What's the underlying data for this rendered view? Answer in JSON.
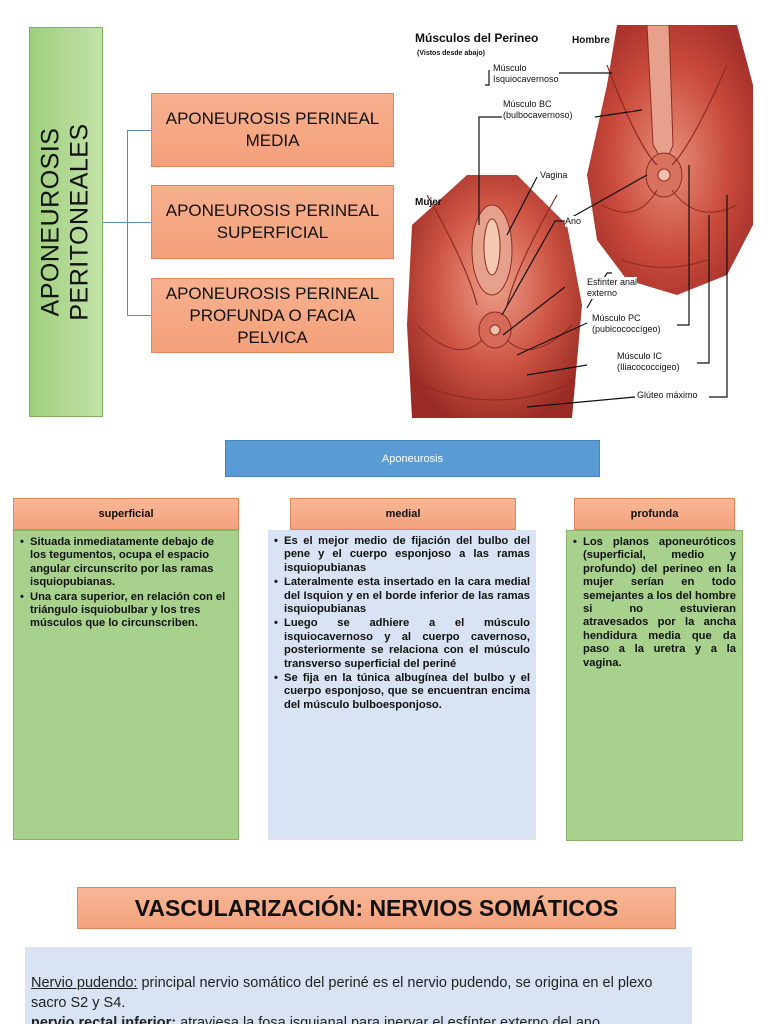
{
  "left_panel": {
    "vertical_title_line1": "APONEUROSIS",
    "vertical_title_line2": "PERITONEALES",
    "boxes": [
      "APONEUROSIS PERINEAL MEDIA",
      "APONEUROSIS PERINEAL SUPERFICIAL",
      "APONEUROSIS PERINEAL PROFUNDA O FACIA PELVICA"
    ]
  },
  "anatomy": {
    "title": "Músculos del Perineo",
    "subtitle": "(Vistos desde abajo)",
    "male_label": "Hombre",
    "female_label": "Mujer",
    "labels": {
      "isquio": "Músculo\nIsquiocavernoso",
      "bc": "Músculo BC\n(bulbocavernoso)",
      "vagina": "Vagina",
      "ano": "Ano",
      "esfinter": "Esfinter anal\nexterno",
      "pc": "Músculo PC\n(pubicococcígeo)",
      "ic": "Músculo IC\n(Iliacococcigeo)",
      "gluteo": "Glúteo máximo"
    },
    "colors": {
      "muscle": "#c8473a",
      "muscle_light": "#e08670",
      "skin": "#f1c7ae"
    }
  },
  "aponeurosis": {
    "header": "Aponeurosis",
    "columns": {
      "superficial": {
        "title": "superficial",
        "items": [
          "Situada inmediatamente debajo de los tegumentos, ocupa el espacio angular circunscrito por las ramas isquiopubianas.",
          "Una cara superior, en relación con el triángulo isquiobulbar y los tres músculos que lo circunscriben."
        ]
      },
      "medial": {
        "title": "medial",
        "items": [
          "Es el mejor medio de fijación del bulbo del pene y el cuerpo esponjoso a las ramas isquiopubianas",
          "Lateralmente esta insertado en la cara medial del Isquion y en el borde inferior de las ramas isquiopubianas",
          "Luego se adhiere a el músculo isquiocavernoso y al cuerpo cavernoso, posteriormente se relaciona con el músculo transverso superficial del periné",
          "Se fija en la túnica albugínea del bulbo y el cuerpo esponjoso, que se encuentran encima del músculo bulboesponjoso."
        ]
      },
      "profunda": {
        "title": "profunda",
        "items": [
          "Los planos aponeuróticos (superficial, medio y profundo) del perineo en la mujer serían en todo semejantes a los del hombre si no estuvieran atravesados por la ancha hendidura media que da paso a la uretra y a la vagina."
        ]
      }
    }
  },
  "vascularizacion": {
    "title": "VASCULARIZACIÓN: NERVIOS SOMÁTICOS",
    "nervio_pudendo_label": "Nervio pudendo:",
    "nervio_pudendo_text": " principal nervio somático del periné es el nervio pudendo, se origina en el plexo sacro S2 y S4.",
    "nervio_rectal_label": "nervio rectal inferior:",
    "nervio_rectal_text": " atraviesa la fosa isquianal para inervar el esfínter externo del ano"
  }
}
